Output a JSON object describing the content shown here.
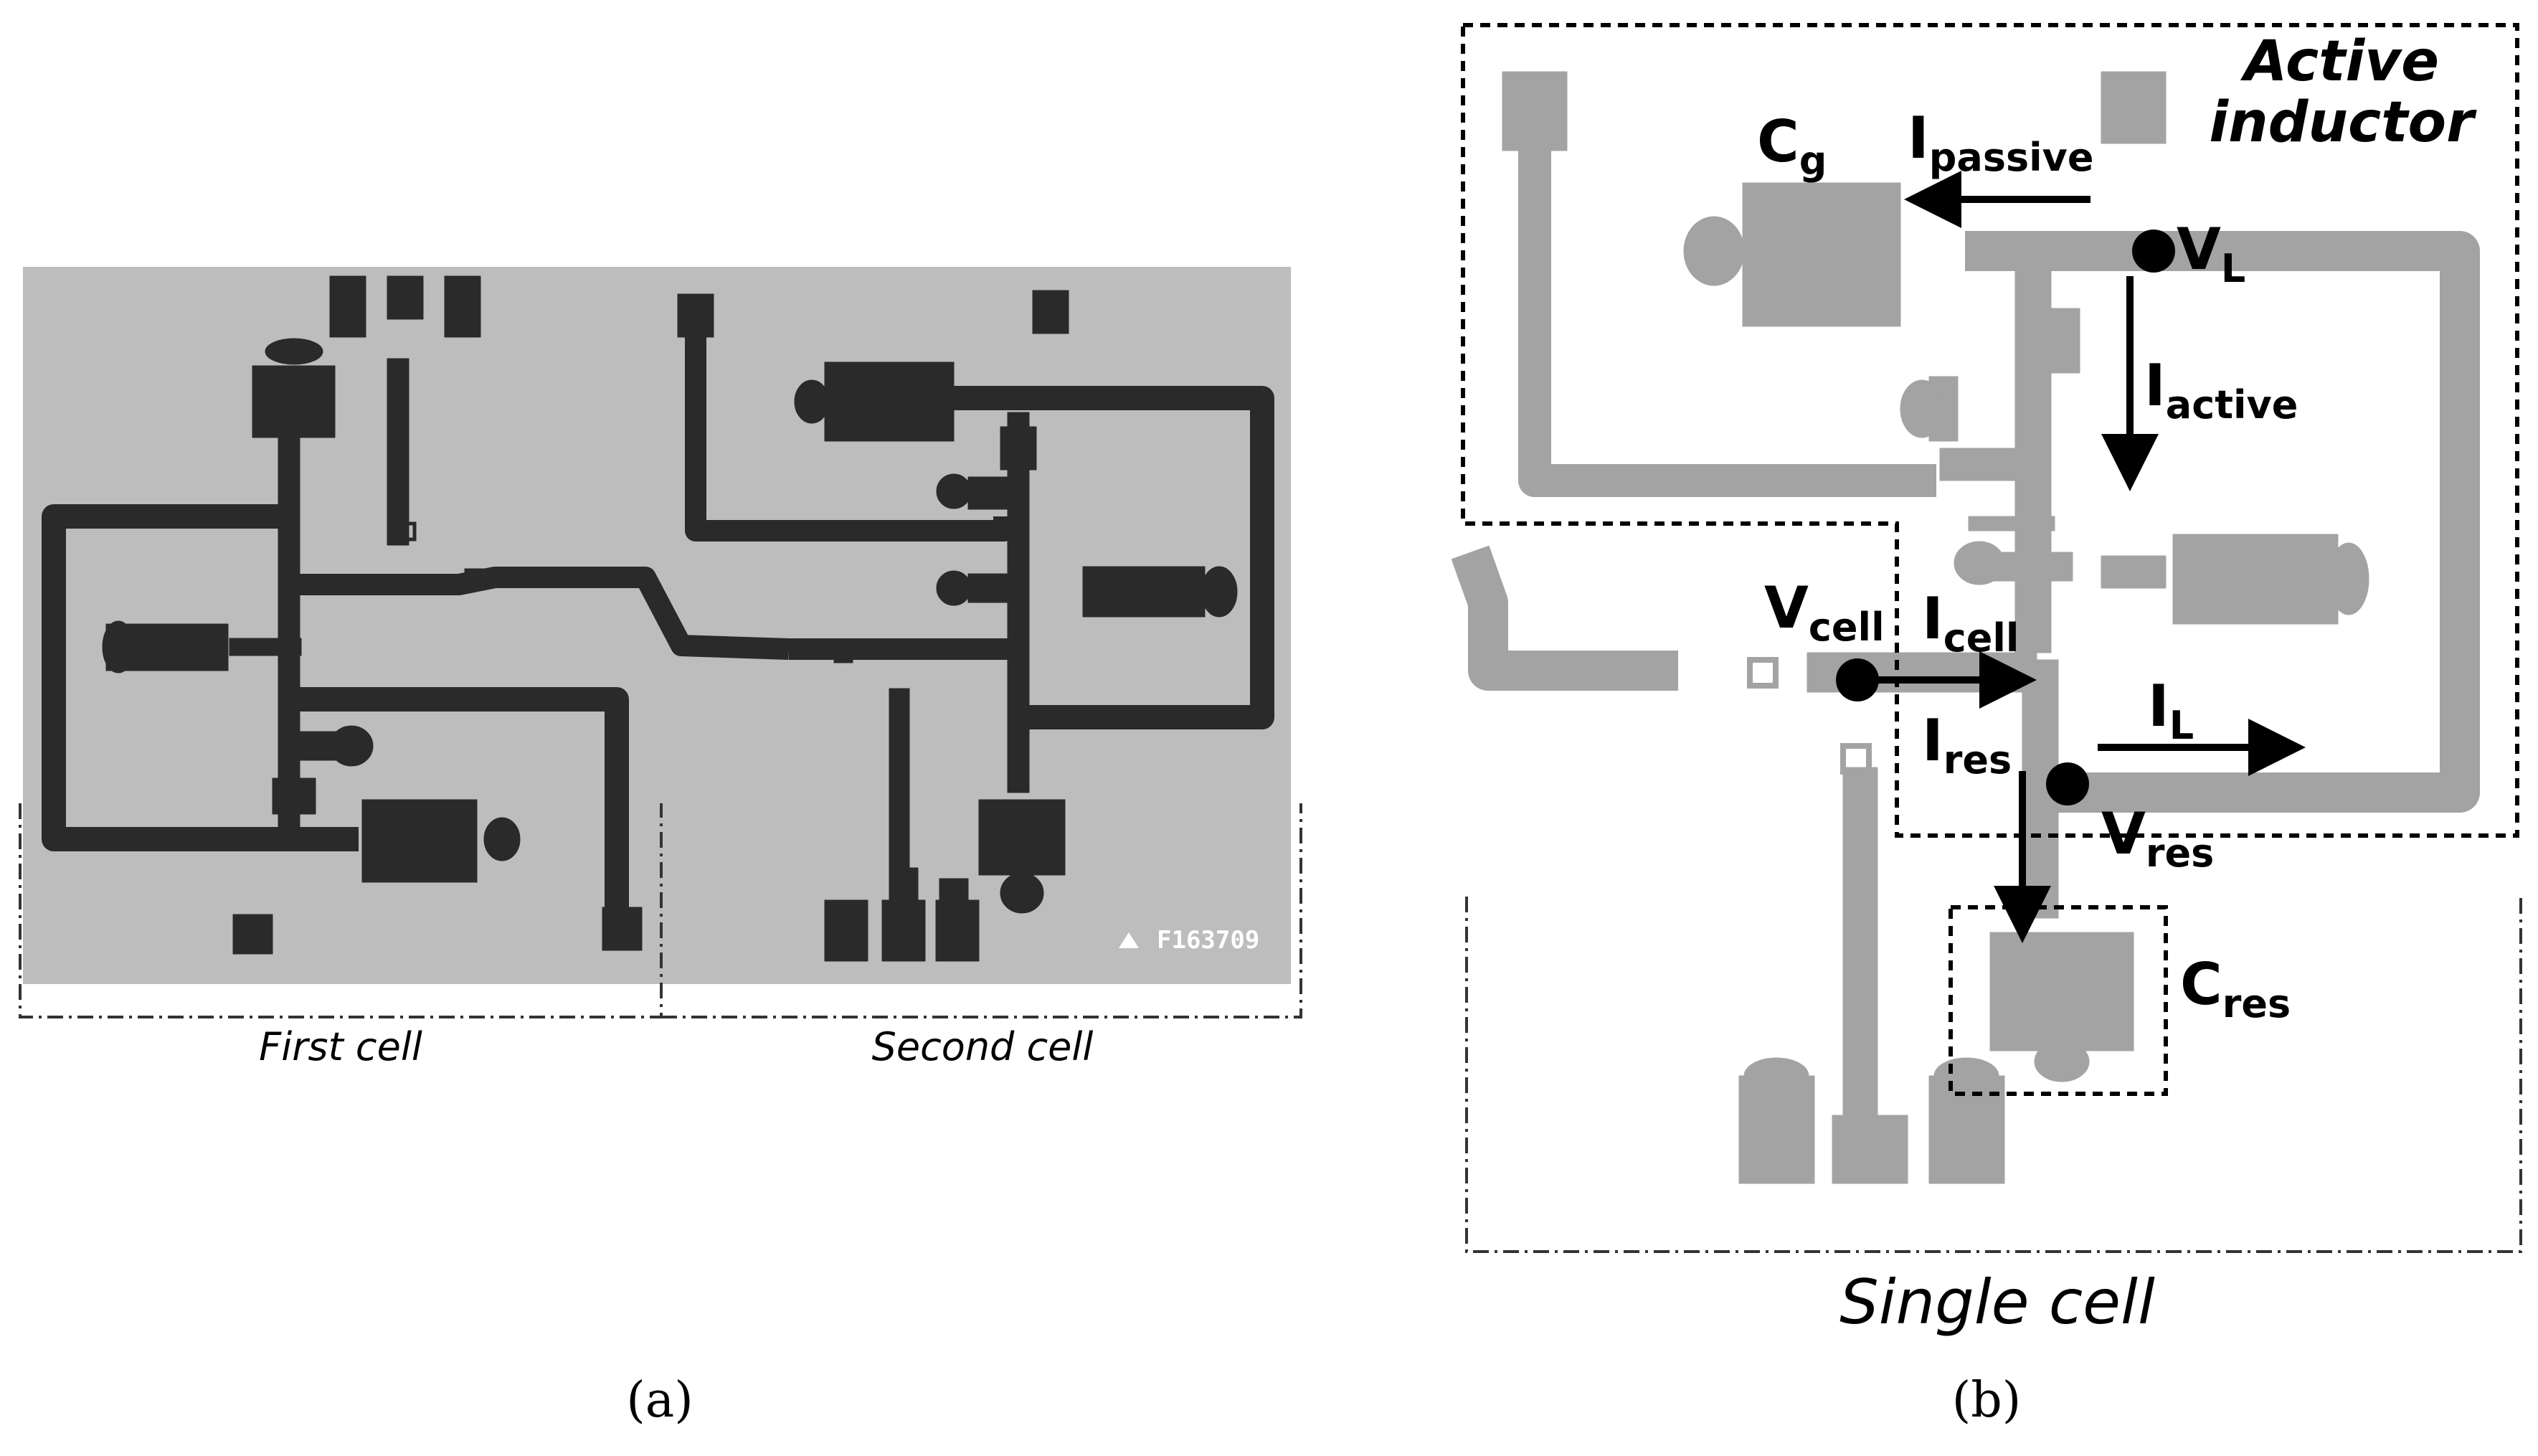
{
  "panel_a": {
    "caption": "(a)",
    "chip_marking": "F163709",
    "cell_labels": {
      "first": "First cell",
      "second": "Second cell"
    }
  },
  "panel_b": {
    "caption": "(b)",
    "region_labels": {
      "active_inductor_line1": "Active",
      "active_inductor_line2": "inductor",
      "single_cell": "Single cell"
    },
    "labels": {
      "cg": {
        "main": "C",
        "sub": "g"
      },
      "ipassive": {
        "main": "I",
        "sub": "passive"
      },
      "vl": {
        "main": "V",
        "sub": "L"
      },
      "iactive": {
        "main": "I",
        "sub": "active"
      },
      "vcell": {
        "main": "V",
        "sub": "cell"
      },
      "icell": {
        "main": "I",
        "sub": "cell"
      },
      "il": {
        "main": "I",
        "sub": "L"
      },
      "ires": {
        "main": "I",
        "sub": "res"
      },
      "vres": {
        "main": "V",
        "sub": "res"
      },
      "cres": {
        "main": "C",
        "sub": "res"
      }
    }
  },
  "colors": {
    "chip_background": "#bdbdbd",
    "chip_metal": "#2a2a2a",
    "layout_metal": "#a3a3a3",
    "annotation": "#000000"
  }
}
